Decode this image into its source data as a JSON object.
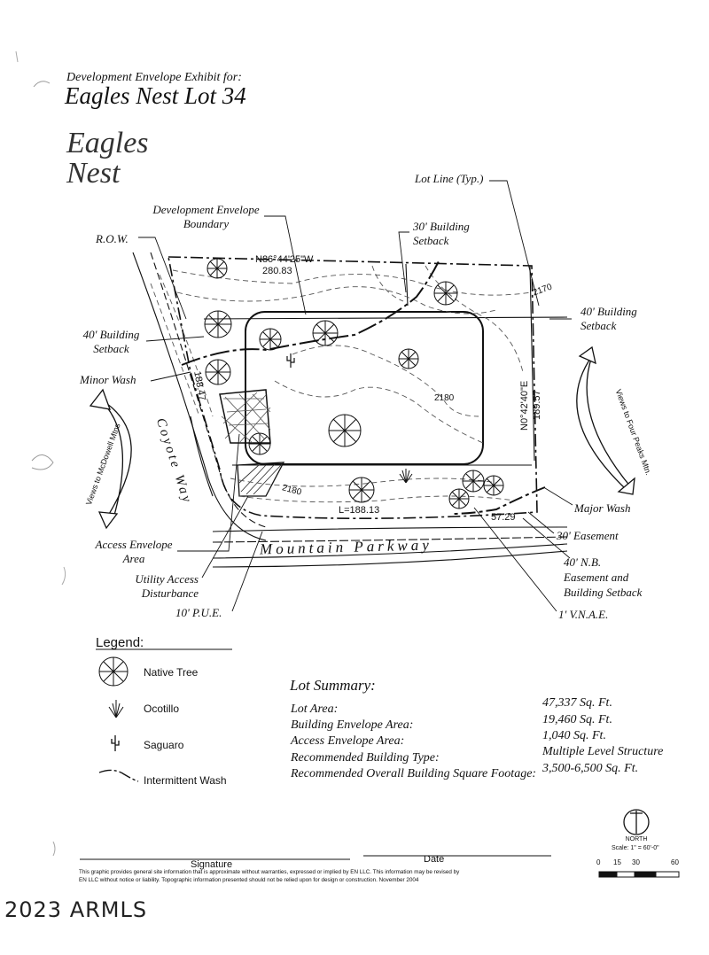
{
  "header": {
    "subtitle": "Development Envelope Exhibit for:",
    "title": "Eagles Nest Lot 34",
    "logo_text": "Eagles Nest"
  },
  "map": {
    "labels": {
      "lot_line": "Lot Line (Typ.)",
      "dev_envelope_1": "Development Envelope",
      "dev_envelope_2": "Boundary",
      "building_setback_30_1": "30' Building",
      "building_setback_30_2": "Setback",
      "row": "R.O.W.",
      "building_setback_40_left_1": "40' Building",
      "building_setback_40_left_2": "Setback",
      "building_setback_40_right_1": "40' Building",
      "building_setback_40_right_2": "Setback",
      "minor_wash": "Minor Wash",
      "major_wash": "Major Wash",
      "easement_30": "30' Easement",
      "nb_easement_1": "40' N.B.",
      "nb_easement_2": "Easement and",
      "nb_easement_3": "Building Setback",
      "vnae": "1' V.N.A.E.",
      "access_envelope_1": "Access Envelope",
      "access_envelope_2": "Area",
      "utility_access_1": "Utility Access",
      "utility_access_2": "Disturbance",
      "pue": "10' P.U.E.",
      "street_coyote": "Coyote Way",
      "street_mountain": "Mountain Parkway",
      "bearing_top": "N86°44'25\"W",
      "dist_top": "280.83",
      "bearing_right": "N0°42'40\"E",
      "dist_right": "189.57",
      "dist_left": "188.47",
      "curve_bottom": "L=188.13",
      "dist_bottom_right": "57.29",
      "contour_2170": "2170",
      "contour_2180": "2180",
      "contour_2180b": "2180",
      "views_left": "Views to McDowell Mtns",
      "views_right": "Views to Four Peaks Mtn."
    }
  },
  "legend": {
    "title": "Legend:",
    "items": [
      {
        "label": "Native Tree",
        "icon": "native-tree-icon"
      },
      {
        "label": "Ocotillo",
        "icon": "ocotillo-icon"
      },
      {
        "label": "Saguaro",
        "icon": "saguaro-icon"
      },
      {
        "label": "Intermittent Wash",
        "icon": "wash-line-icon"
      }
    ]
  },
  "lot_summary": {
    "title": "Lot Summary:",
    "rows": [
      {
        "label": "Lot Area:",
        "value": "47,337 Sq. Ft."
      },
      {
        "label": "Building Envelope Area:",
        "value": "19,460 Sq. Ft."
      },
      {
        "label": "Access Envelope Area:",
        "value": "1,040 Sq. Ft."
      },
      {
        "label": "Recommended Building Type:",
        "value": "Multiple Level Structure"
      },
      {
        "label": "Recommended Overall Building Square Footage:",
        "value": "3,500-6,500 Sq. Ft."
      }
    ]
  },
  "north": {
    "label": "NORTH",
    "scale": "Scale: 1\" = 60'-0\"",
    "ticks": [
      "0",
      "15",
      "30",
      "60"
    ]
  },
  "footer": {
    "signature": "Signature",
    "date": "Date",
    "disclaimer_1": "This graphic provides general site information that is approximate without warranties, expressed or implied by EN LLC. This information may be revised by",
    "disclaimer_2": "EN LLC without notice or liability. Topographic information presented should not be relied upon for design or construction. November 2004",
    "watermark": "2023 ARMLS"
  }
}
